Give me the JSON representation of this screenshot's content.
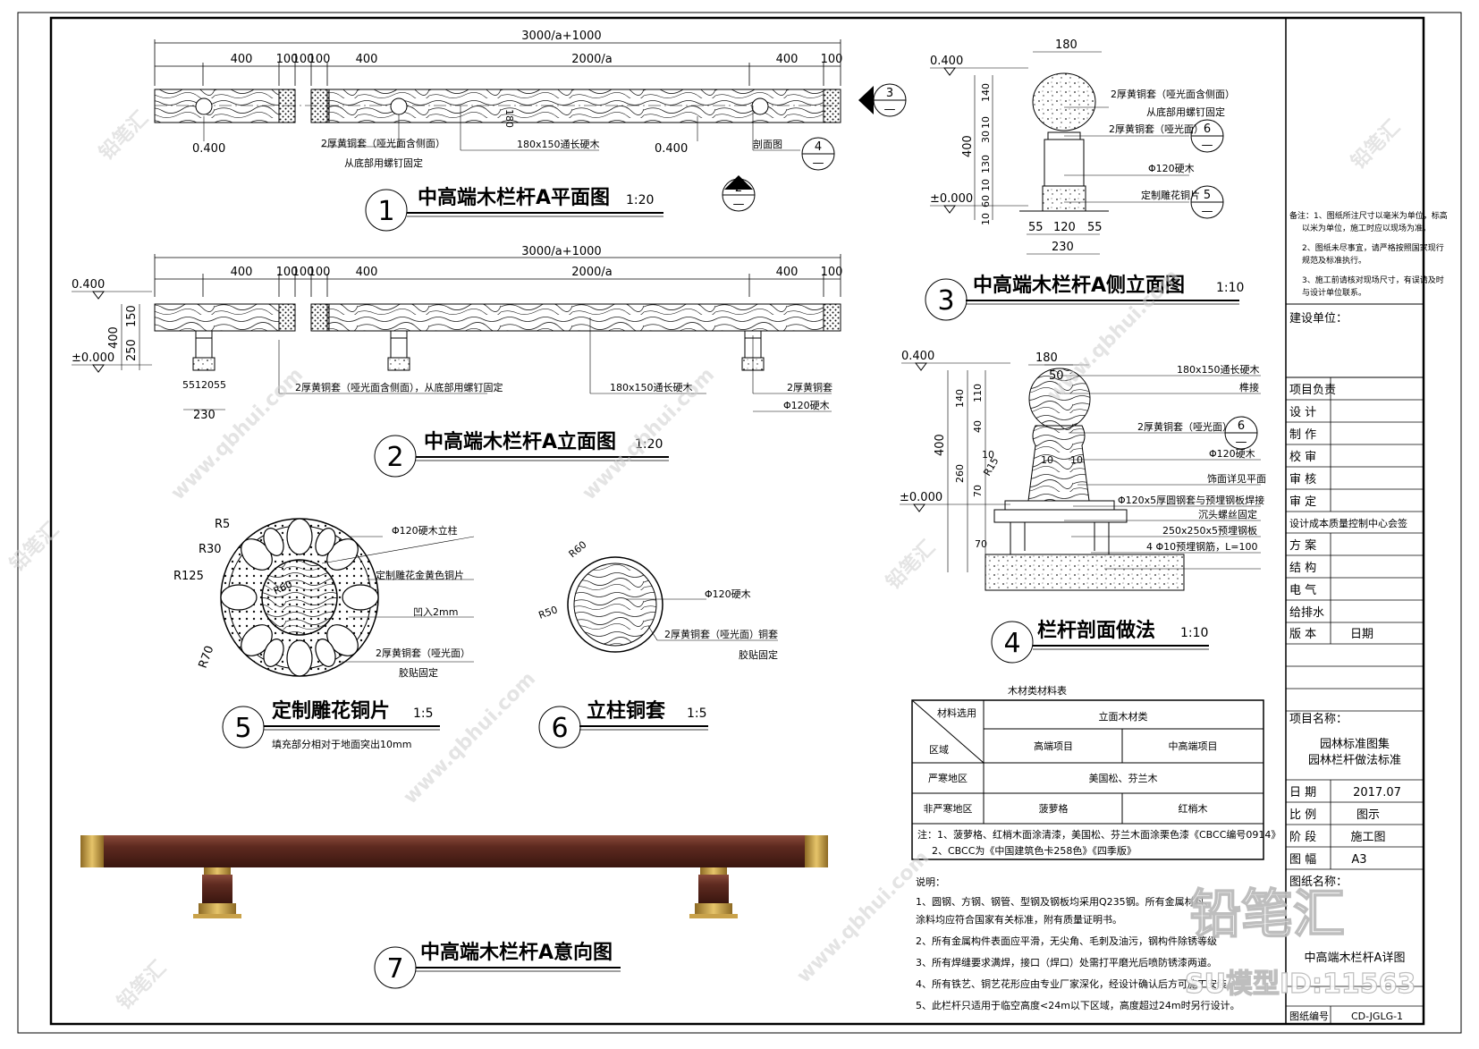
{
  "dims": {
    "total": "3000/a+1000",
    "span": "2000/a",
    "d400": "400",
    "d100": "100",
    "elev_top": "0.400",
    "elev_zero": "±0.000",
    "d150": "150",
    "d250": "250",
    "d230": "230",
    "d180": "180",
    "d140": "140",
    "d10": "10",
    "d30": "30",
    "d130": "130",
    "d60": "60",
    "d55": "55",
    "d120": "120",
    "d50": "50",
    "d110": "110",
    "d40": "40",
    "d260": "260",
    "d70": "70",
    "r15": "R15",
    "d5512055": "5512055",
    "r5": "R5",
    "r30": "R30",
    "r125": "R125",
    "r70": "R70",
    "r60": "R60",
    "r50": "R50"
  },
  "views": {
    "v1": {
      "num": "1",
      "title": "中高端木栏杆A平面图",
      "scale": "1:20"
    },
    "v2": {
      "num": "2",
      "title": "中高端木栏杆A立面图",
      "scale": "1:20"
    },
    "v3": {
      "num": "3",
      "title": "中高端木栏杆A侧立面图",
      "scale": "1:10"
    },
    "v4": {
      "num": "4",
      "title": "栏杆剖面做法",
      "scale": "1:10"
    },
    "v5": {
      "num": "5",
      "title": "定制雕花铜片",
      "scale": "1:5",
      "note": "填充部分相对于地面突出10mm"
    },
    "v6": {
      "num": "6",
      "title": "立柱铜套",
      "scale": "1:5"
    },
    "v7": {
      "num": "7",
      "title": "中高端木栏杆A意向图"
    }
  },
  "callouts": {
    "c3": "3",
    "c4": "4",
    "c2": "2",
    "c5": "5",
    "c6": "6",
    "dash": "—",
    "section": "剖面图"
  },
  "annotations": {
    "brass_face": "2厚黄铜套（哑光面含侧面）",
    "screw_fix": "从底部用螺钉固定",
    "hardwood_long": "180x150通长硬木",
    "brass_face_screw": "2厚黄铜套（哑光面含侧面），从底部用螺钉固定",
    "brass": "2厚黄铜套",
    "post120": "Φ120硬木",
    "brass_matte": "2厚黄铜套（哑光面）",
    "carved_plate": "定制雕花铜片",
    "hardwood_long_b": "180x150通长硬木",
    "tenon": "榫接",
    "finish_plane": "饰面详见平面",
    "sleeve_weld": "Φ120x5厚圆钢套与预埋钢板焊接",
    "bolt": "沉头螺丝固定",
    "plate": "250x250x5预埋钢板",
    "anchor": "4 Φ10预埋钢筋，L=100",
    "post_pillar": "Φ120硬木立柱",
    "gold_plate": "定制雕花金黄色铜片",
    "recess": "凹入2mm",
    "glue": "胶贴固定",
    "sleeve": "铜套"
  },
  "material_table": {
    "title": "木材类材料表",
    "header_col": "材料选用",
    "header_main": "立面木材类",
    "region": "区域",
    "high": "高端项目",
    "mid_high": "中高端项目",
    "rows": [
      {
        "label": "严寒地区",
        "merged": "美国松、芬兰木"
      },
      {
        "label": "非严寒地区",
        "c1": "菠萝格",
        "c2": "红梢木"
      }
    ],
    "note1": "注：1、菠萝格、红梢木面涂清漆，美国松、芬兰木面涂栗色漆《CBCC编号0914》",
    "note2": "2、CBCC为《中国建筑色卡258色》《四季版》"
  },
  "notes": {
    "heading": "说明：",
    "items": [
      "1、圆钢、方钢、钢管、型钢及钢板均采用Q235钢。所有金属材料、",
      "涂料均应符合国家有关标准，附有质量证明书。",
      "2、所有金属构件表面应平滑，无尖角、毛刺及油污，钢构件除锈等级",
      "3、所有焊缝要求满焊，接口（焊口）处需打平磨光后喷防锈漆两道。",
      "4、所有铁艺、铜艺花形应由专业厂家深化，经设计确认后方可施工安装",
      "5、此栏杆只适用于临空高度<24m以下区域，高度超过24m时另行设计。"
    ]
  },
  "title_block": {
    "remarks": [
      "备注：1、图纸所注尺寸以毫米为单位，标高",
      "以米为单位，施工时应以现场为准。",
      "2、图纸未尽事宜，请严格按照国家现行",
      "规范及标准执行。",
      "3、施工前请核对现场尺寸，有误请及时",
      "与设计单位联系。"
    ],
    "build_unit": "建设单位：",
    "rows_left": [
      "项目负责",
      "设  计",
      "制  作",
      "校  审",
      "审  核",
      "审  定"
    ],
    "center_sign": "设计成本质量控制中心会签",
    "rows_left2": [
      "方  案",
      "结  构",
      "电  气",
      "给排水",
      "版  本"
    ],
    "date_label": "日期",
    "project_label": "项目名称：",
    "project_l1": "园林标准图集",
    "project_l2": "园林栏杆做法标准",
    "date_row": [
      "日  期",
      "2017.07"
    ],
    "scale_row": [
      "比  例",
      "图示"
    ],
    "stage_row": [
      "阶  段",
      "施工图"
    ],
    "size_row": [
      "图  幅",
      "A3"
    ],
    "drawing_name_label": "图纸名称：",
    "drawing_name": "中高端木栏杆A详图",
    "drawing_no_label": "图纸编号",
    "drawing_no": "CD-JGLG-1"
  },
  "watermark": {
    "brand": "铅笔汇",
    "site": "www.qbhui.com",
    "su_id": "SU模型ID:11563"
  }
}
